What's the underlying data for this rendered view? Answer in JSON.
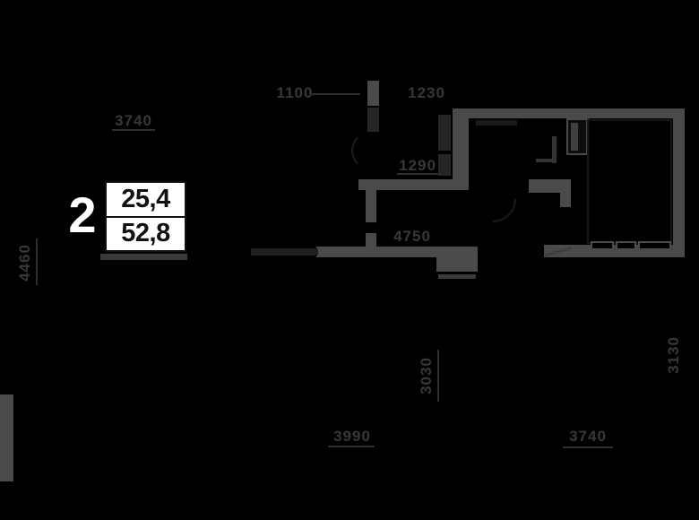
{
  "badge": {
    "rooms": "2",
    "area_living": "25,4",
    "area_total": "52,8"
  },
  "dimensions": {
    "top_left": "3740",
    "top_hall": "1100",
    "top_bath": "1230",
    "bath_width": "1290",
    "hall_width": "4750",
    "left_height": "4460",
    "bottom_left": "3990",
    "bottom_right": "3740",
    "balcony_height": "3030",
    "room_height": "3130"
  },
  "colors": {
    "background": "#000000",
    "wall": "#4a4a4a",
    "wall_faint": "#262626",
    "dimension_text": "#383838",
    "badge_background": "#ffffff",
    "badge_text": "#111111",
    "badge_rooms_text": "#ffffff"
  }
}
